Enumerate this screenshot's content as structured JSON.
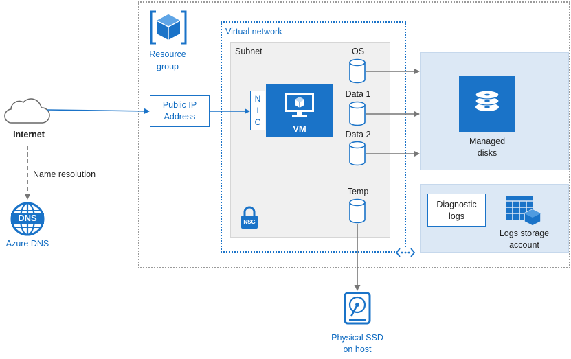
{
  "labels": {
    "resource_group_line1": "Resource",
    "resource_group_line2": "group",
    "virtual_network": "Virtual network",
    "subnet": "Subnet",
    "internet": "Internet",
    "name_resolution": "Name resolution",
    "azure_dns": "Azure DNS",
    "dns_icon_text": "DNS",
    "public_ip_line1": "Public IP",
    "public_ip_line2": "Address",
    "nic_n": "N",
    "nic_i": "I",
    "nic_c": "C",
    "vm": "VM",
    "nsg": "NSG",
    "os": "OS",
    "data1": "Data 1",
    "data2": "Data 2",
    "temp": "Temp",
    "managed_line1": "Managed",
    "managed_line2": "disks",
    "diagnostic_line1": "Diagnostic",
    "diagnostic_line2": "logs",
    "logs_storage_line1": "Logs storage",
    "logs_storage_line2": "account",
    "ssd_line1": "Physical SSD",
    "ssd_line2": "on host"
  },
  "colors": {
    "azure_blue": "#1a73c8",
    "panel_blue": "#dce8f5",
    "subnet_gray": "#f0f0f0",
    "arrow_gray": "#777777"
  },
  "icons": [
    "resource-group-icon",
    "cloud-icon",
    "dns-globe-icon",
    "vm-monitor-icon",
    "nsg-lock-icon",
    "disk-cylinder-icon",
    "managed-disks-icon",
    "storage-table-icon",
    "ssd-drive-icon",
    "vnet-peering-icon"
  ]
}
